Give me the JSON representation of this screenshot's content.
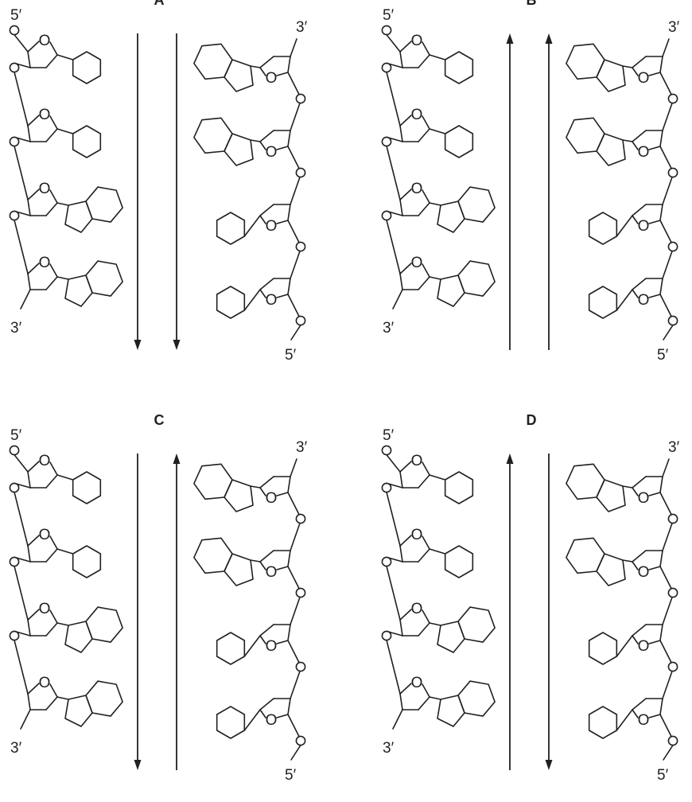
{
  "figure": {
    "colors": {
      "ink": "#231f20",
      "background": "#ffffff"
    },
    "panels": [
      {
        "label": "A",
        "left_strand": {
          "top_end": "5′",
          "bottom_end": "3′",
          "bases": [
            "pyrimidine",
            "pyrimidine",
            "purine",
            "purine"
          ]
        },
        "right_strand": {
          "top_end": "3′",
          "bottom_end": "5′",
          "bases": [
            "purine",
            "purine",
            "pyrimidine",
            "pyrimidine"
          ]
        },
        "arrows": [
          "down",
          "down"
        ]
      },
      {
        "label": "B",
        "left_strand": {
          "top_end": "5′",
          "bottom_end": "3′",
          "bases": [
            "pyrimidine",
            "pyrimidine",
            "purine",
            "purine"
          ]
        },
        "right_strand": {
          "top_end": "3′",
          "bottom_end": "5′",
          "bases": [
            "purine",
            "purine",
            "pyrimidine",
            "pyrimidine"
          ]
        },
        "arrows": [
          "up",
          "up"
        ]
      },
      {
        "label": "C",
        "left_strand": {
          "top_end": "5′",
          "bottom_end": "3′",
          "bases": [
            "pyrimidine",
            "pyrimidine",
            "purine",
            "purine"
          ]
        },
        "right_strand": {
          "top_end": "3′",
          "bottom_end": "5′",
          "bases": [
            "purine",
            "purine",
            "pyrimidine",
            "pyrimidine"
          ]
        },
        "arrows": [
          "down",
          "up"
        ]
      },
      {
        "label": "D",
        "left_strand": {
          "top_end": "5′",
          "bottom_end": "3′",
          "bases": [
            "pyrimidine",
            "pyrimidine",
            "purine",
            "purine"
          ]
        },
        "right_strand": {
          "top_end": "3′",
          "bottom_end": "5′",
          "bases": [
            "purine",
            "purine",
            "pyrimidine",
            "pyrimidine"
          ]
        },
        "arrows": [
          "up",
          "down"
        ]
      }
    ],
    "ring_oxygen_label": "O"
  }
}
